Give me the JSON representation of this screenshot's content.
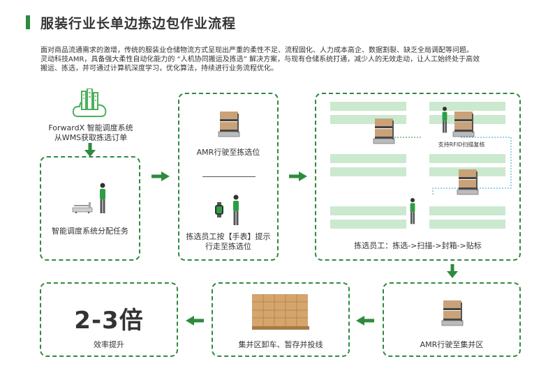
{
  "header": {
    "title": "服装行业长单边拣边包作业流程"
  },
  "intro": {
    "line1": "面对商品流通需求的激增，传统的服装业仓储物流方式呈现出严重的柔性不足、流程固化、人力成本高企、数据割裂、缺乏全局调配等问题。",
    "line2": "灵动科技AMR，具备强大柔性自动化能力的 “人机协同搬运及拣选” 解决方案，与现有仓储系统打通，减少人的无效走动，让人工始终处于高效",
    "line3": "搬运、拣选，并可通过计算机深度学习，优化算法，持续进行业务流程优化。"
  },
  "flow": {
    "step0_line1": "ForwardX 智能调度系统",
    "step0_line2": "从WMS获取拣选订单",
    "step1": "智能调度系统分配任务",
    "step2_top": "AMR行驶至拣选位",
    "step2_line1": "拣选员工按【手表】提示",
    "step2_line2": "行走至拣选位",
    "step3_note": "支持RFID扫描复核",
    "step3": "拣选员工：拣选->扫描->封箱->贴标",
    "step4": "AMR行驶至集并区",
    "step5": "集并区卸车、暂存并投线",
    "step6_value": "2-3倍",
    "step6_label": "效率提升"
  },
  "colors": {
    "accent": "#2e8b3e",
    "rack": "#cbe9cf",
    "box_brown": "#c9a279"
  }
}
